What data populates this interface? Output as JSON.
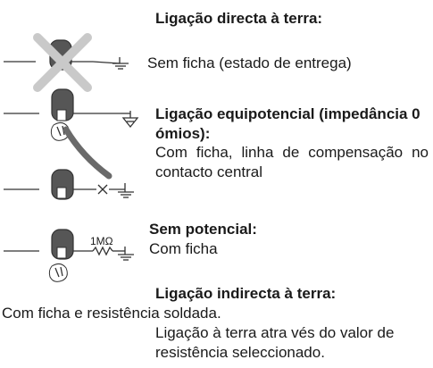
{
  "sections": {
    "direct_earth": {
      "heading": "Ligação directa à terra:",
      "description": "Sem ficha (estado de entrega)"
    },
    "equipotential": {
      "heading_line1": "Ligação equipotencial (impedância 0",
      "heading_line2": "ómios):",
      "description": "Com ficha, linha de compensação no contacto central"
    },
    "no_potential": {
      "heading": "Sem potencial:",
      "description": "Com ficha"
    },
    "indirect_earth": {
      "heading": "Ligação indirecta à terra:",
      "description_line1": "Com ficha e resistência soldada.",
      "description_line2": "Ligação à terra atra vés do valor de",
      "description_line3": "resistência seleccionado."
    }
  },
  "diagram_labels": {
    "resistor_value": "1MΩ"
  },
  "colors": {
    "connector_body": "#565656",
    "cross_mark": "#c9c9c9",
    "compensation_line": "#6a6a6a"
  }
}
